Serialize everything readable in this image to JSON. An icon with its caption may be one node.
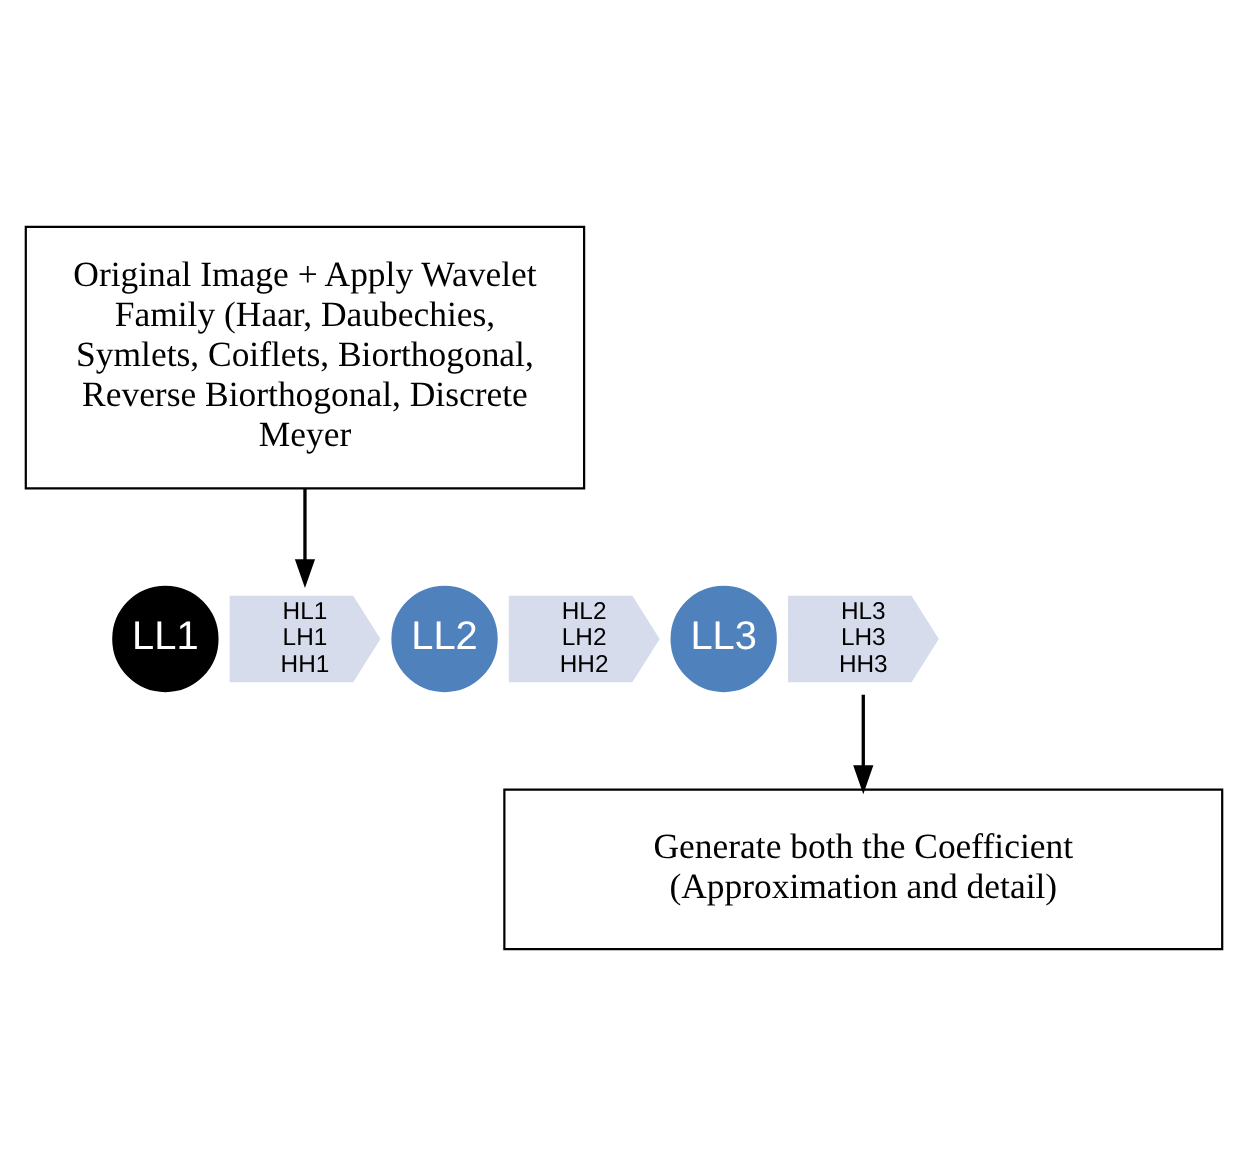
{
  "diagram": {
    "nodes": [
      {
        "text": [
          "Original Image + Apply Wavelet Family (Haar, Daubechies, Symlets, Coiflets, Biorthogonal, Reverse Biorthogonal, Discrete Meyer"
        ]
      },
      {
        "text": [
          "LL1"
        ]
      },
      {
        "text": [
          "HL1",
          "LH1",
          "HH1"
        ]
      },
      {
        "text": [
          "LL2"
        ]
      },
      {
        "text": [
          "HL2",
          "LH2",
          "HH2"
        ]
      },
      {
        "text": [
          "LL3"
        ]
      },
      {
        "text": [
          "HL3",
          "LH3",
          "HH3"
        ]
      },
      {
        "text": [
          "Generate both the Coefficient (Approximation and detail)"
        ]
      }
    ],
    "edges": [
      {
        "from": 0,
        "to": 2,
        "arrow": "to"
      },
      {
        "from": 6,
        "to": 7,
        "arrow": "to"
      }
    ]
  }
}
